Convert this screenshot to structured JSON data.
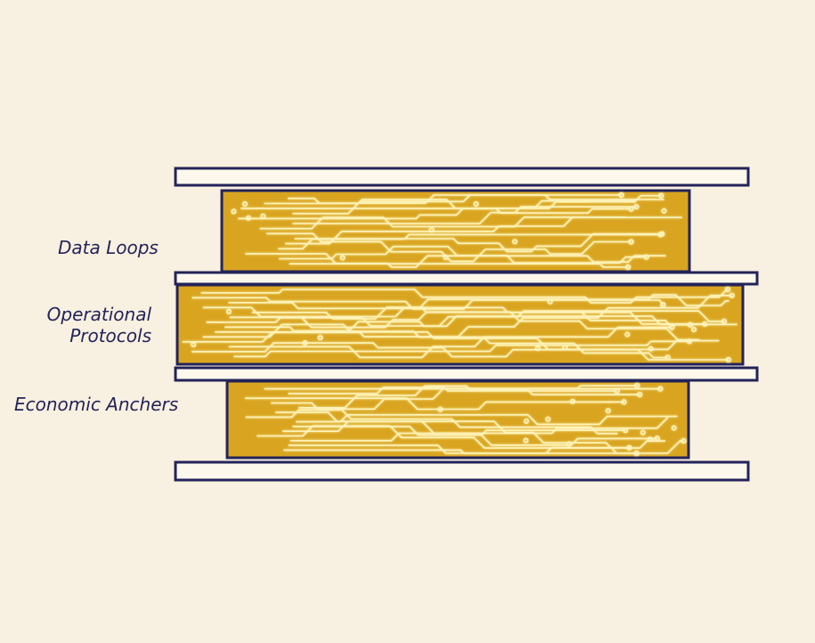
{
  "labels": {
    "data_loops": "Data Loops",
    "operational_line1": "Operational",
    "operational_line2": "Protocols",
    "economic_anchors": "Economic Anchers"
  },
  "colors": {
    "background": "#f8f0e0",
    "outline": "#23235a",
    "board": "#d9a520",
    "trace": "#fff3b8"
  }
}
